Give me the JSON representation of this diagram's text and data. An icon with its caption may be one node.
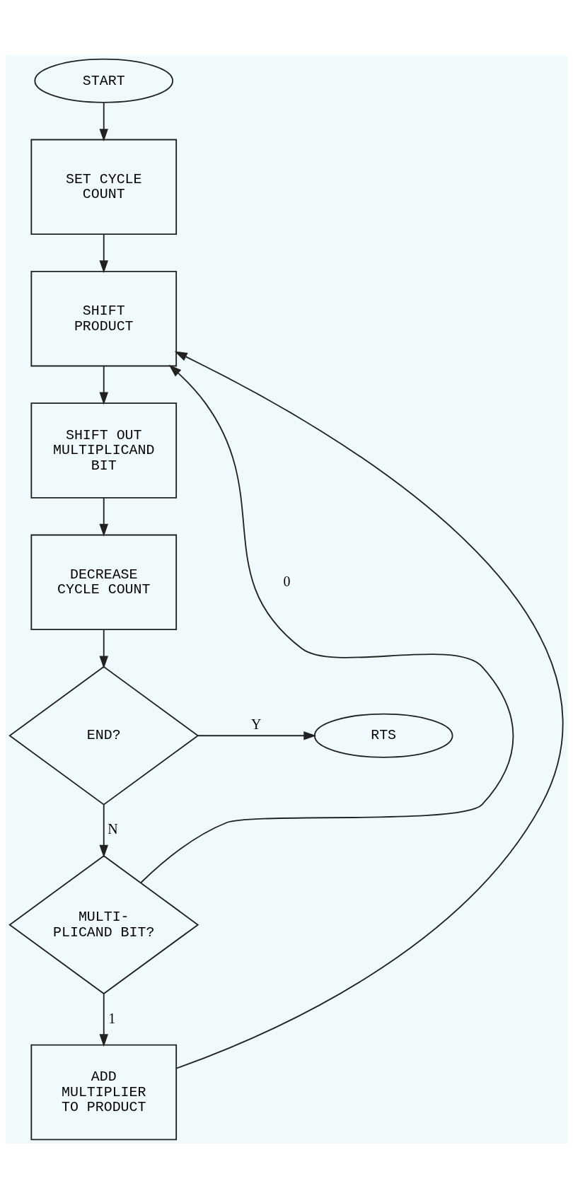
{
  "diagram": {
    "nodes": [
      {
        "text": [
          "START"
        ]
      },
      {
        "text": [
          "SET CYCLE COUNT"
        ]
      },
      {
        "text": [
          "SHIFT PRODUCT"
        ]
      },
      {
        "text": [
          "SHIFT OUT MULTIPLICAND BIT"
        ]
      },
      {
        "text": [
          "DECREASE CYCLE COUNT"
        ]
      },
      {
        "text": [
          "END?"
        ]
      },
      {
        "text": [
          "RTS"
        ]
      },
      {
        "text": [
          "MULTI- PLICAND BIT?"
        ]
      },
      {
        "text": [
          "ADD MULTIPLIER TO PRODUCT"
        ]
      }
    ],
    "edges": [
      {
        "from": 0,
        "to": 1,
        "arrow": "to"
      },
      {
        "from": 1,
        "to": 2,
        "arrow": "to"
      },
      {
        "from": 2,
        "to": 3,
        "arrow": "to"
      },
      {
        "from": 3,
        "to": 4,
        "arrow": "to"
      },
      {
        "from": 4,
        "to": 5,
        "arrow": "to"
      },
      {
        "from": 5,
        "to": 6,
        "arrow": "to",
        "label": "Y"
      },
      {
        "from": 5,
        "to": 7,
        "arrow": "to",
        "label": "N"
      },
      {
        "from": 7,
        "to": 2,
        "arrow": "to",
        "label": "0"
      },
      {
        "from": 7,
        "to": 8,
        "arrow": "to",
        "label": "1"
      },
      {
        "from": 8,
        "to": 2,
        "arrow": "to"
      }
    ]
  }
}
